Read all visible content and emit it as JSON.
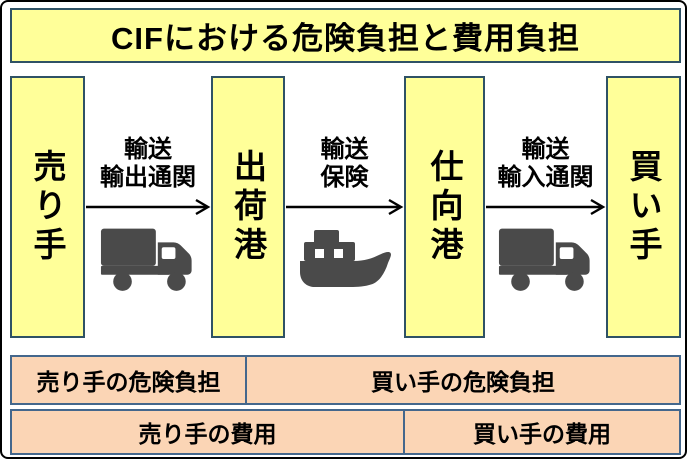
{
  "title": "CIFにおける危険負担と費用負担",
  "colors": {
    "yellow": "#FFFF99",
    "peach": "#FBD5B5",
    "box_border": "#2F5265",
    "row_border": "#44678C",
    "icon_color": "#4A4A4A",
    "arrow_color": "#000000",
    "text_color": "#000000",
    "outer_border": "#000000"
  },
  "nodes": [
    {
      "label": "売り手"
    },
    {
      "label": "出荷港"
    },
    {
      "label": "仕向港"
    },
    {
      "label": "買い手"
    }
  ],
  "transitions": [
    {
      "line1": "輸送",
      "line2": "輸出通関",
      "icon": "truck-icon"
    },
    {
      "line1": "輸送",
      "line2": "保険",
      "icon": "ship-icon"
    },
    {
      "line1": "輸送",
      "line2": "輸入通関",
      "icon": "truck-icon"
    }
  ],
  "risk_row": {
    "seller": "売り手の危険負担",
    "buyer": "買い手の危険負担"
  },
  "cost_row": {
    "seller": "売り手の費用",
    "buyer": "買い手の費用"
  }
}
